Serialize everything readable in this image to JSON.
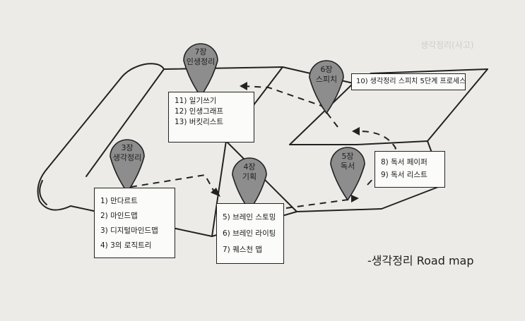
{
  "watermark": {
    "text": "생각정리(사고)"
  },
  "pins": [
    {
      "id": "ch7",
      "chapter": "7장",
      "title": "인생정리"
    },
    {
      "id": "ch6",
      "chapter": "6장",
      "title": "스피치"
    },
    {
      "id": "ch3",
      "chapter": "3장",
      "title": "생각정리"
    },
    {
      "id": "ch4",
      "chapter": "4장",
      "title": "기획"
    },
    {
      "id": "ch5",
      "chapter": "5장",
      "title": "독서"
    }
  ],
  "boxes": {
    "ch7": [
      "11) 일기쓰기",
      "12) 인생그래프",
      "13) 버킷리스트"
    ],
    "ch6": [
      "10) 생각정리 스피치 5단계 프로세스"
    ],
    "ch3": [
      "1) 만다르트",
      "2) 마인드맵",
      "3) 디지털마인드맵",
      "4) 3의 로직트리"
    ],
    "ch4": [
      "5) 브레인 스토밍",
      "6) 브레인 라이팅",
      "7) 퀘스천 맵"
    ],
    "ch5": [
      "8) 독서 페이퍼",
      "9) 독서 리스트"
    ]
  },
  "caption": "-생각정리 Road map",
  "colors": {
    "pin": "#8d8d8d",
    "ink": "#222222",
    "paper": "#ecebe7"
  }
}
